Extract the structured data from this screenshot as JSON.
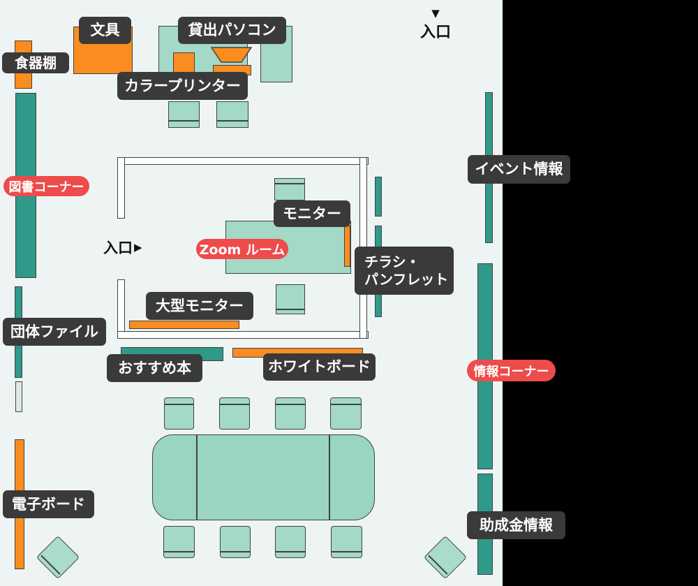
{
  "colors": {
    "floor": "#edf4f3",
    "teal": "#2f998a",
    "mint": "#a3d9c6",
    "orange": "#fb8c20",
    "red_badge": "#ee4b4b",
    "label_bg": "#3a3a3a",
    "label_text": "#ffffff",
    "black_panel": "#000000",
    "wall": "#ffffff"
  },
  "entrance_top": {
    "arrow": "▼",
    "label": "入口"
  },
  "entrance_left": {
    "label": "入口",
    "arrow": "▶"
  },
  "areas": {
    "dish_shelf": "食器棚",
    "stationery": "文具",
    "loan_pc": "貸出パソコン",
    "color_printer": "カラープリンター",
    "book_corner": "図書コーナー",
    "group_files": "団体ファイル",
    "electronic_board": "電子ボード",
    "zoom_room": "Zoom ルーム",
    "monitor": "モニター",
    "large_monitor": "大型モニター",
    "recommended_books": "おすすめ本",
    "whiteboard": "ホワイトボード",
    "flyers_line1": "チラシ・",
    "flyers_line2": "パンフレット",
    "event_info": "イベント情報",
    "info_corner": "情報コーナー",
    "grant_info": "助成金情報"
  }
}
